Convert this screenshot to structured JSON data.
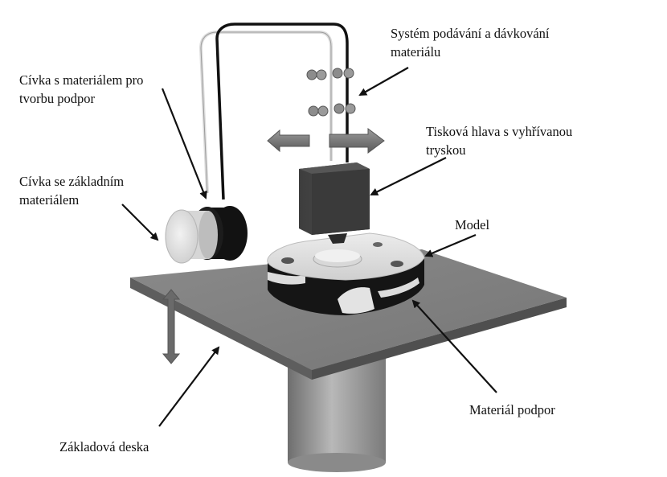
{
  "diagram": {
    "labels": {
      "support_spool": {
        "line1": "Cívka s materiálem pro",
        "line2": "tvorbu podpor"
      },
      "feed_system": {
        "line1": "Systém podávání a dávkování",
        "line2": "materiálu"
      },
      "print_head": {
        "line1": "Tisková hlava s vyhřívanou",
        "line2": "tryskou"
      },
      "base_spool": {
        "line1": "Cívka se základním",
        "line2": "materiálem"
      },
      "model": {
        "line1": "Model"
      },
      "support_material": {
        "line1": "Materiál podpor"
      },
      "base_plate": {
        "line1": "Základová deska"
      }
    }
  }
}
